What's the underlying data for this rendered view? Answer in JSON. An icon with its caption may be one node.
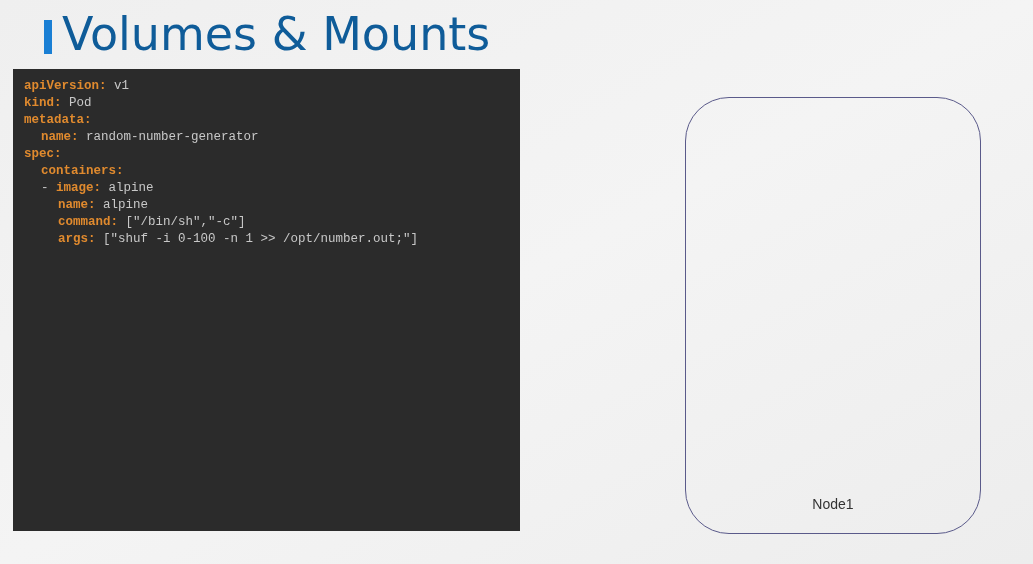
{
  "diagram": {
    "title": "Volumes & Mounts",
    "nodes": [
      {
        "text": [
          "apiVersion: v1",
          "kind: Pod",
          "metadata:",
          "name: random-number-generator",
          "spec:",
          "containers:",
          "- image: alpine",
          "name: alpine",
          "command: [\"/bin/sh\",\"-c\"]",
          "args: [\"shuf -i 0-100 -n 1 >> /opt/number.out;\"]"
        ]
      },
      {
        "text": [
          "Node1"
        ]
      }
    ],
    "edges": []
  }
}
